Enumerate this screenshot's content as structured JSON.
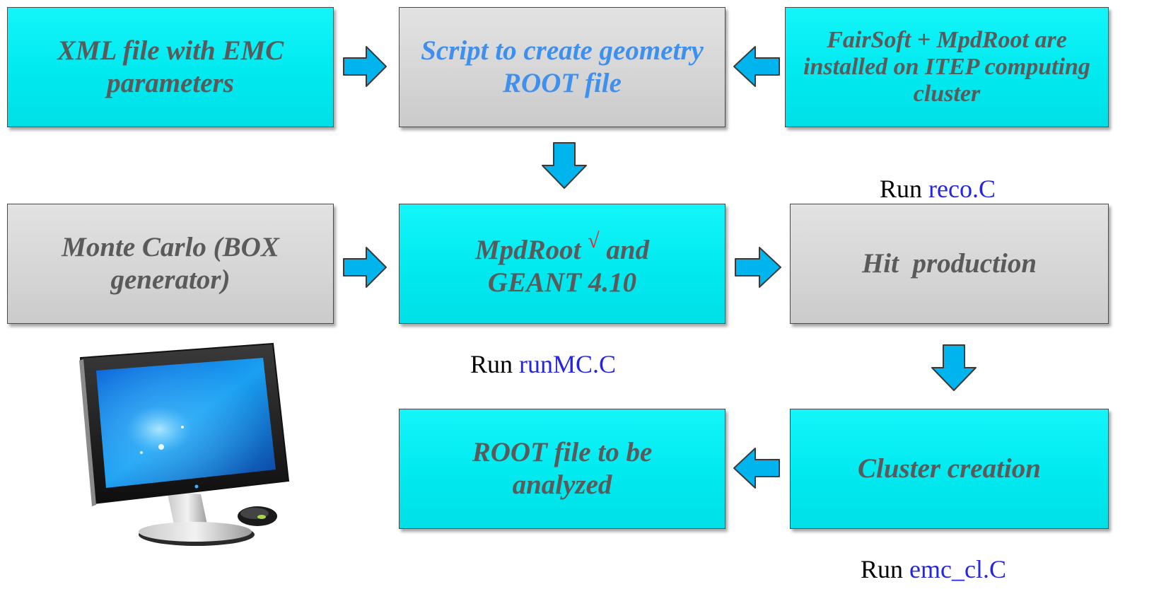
{
  "boxes": {
    "xml": {
      "label": "XML file with EMC parameters",
      "fill": "cyan"
    },
    "script": {
      "label": "Script to create geometry ROOT file",
      "fill": "gray",
      "text_color": "#3d8ff0"
    },
    "fairsoft": {
      "label": "FairSoft + MpdRoot are installed on ITEP computing cluster",
      "fill": "cyan"
    },
    "montecarlo": {
      "label": "Monte Carlo (BOX generator)",
      "fill": "gray"
    },
    "mpdroot": {
      "label_before": "MpdRoot",
      "check": "√",
      "label_after": "and GEANT 4.10",
      "fill": "cyan"
    },
    "hit": {
      "label": "Hit  production",
      "fill": "gray"
    },
    "rootfile": {
      "label": "ROOT file to be analyzed",
      "fill": "cyan"
    },
    "cluster": {
      "label": "Cluster creation",
      "fill": "cyan"
    }
  },
  "run_labels": {
    "reco": {
      "prefix": "Run",
      "file": "reco.C"
    },
    "runmc": {
      "prefix": "Run",
      "file": "runMC.C"
    },
    "emc": {
      "prefix": "Run",
      "file": "emc_cl.C"
    }
  },
  "colors": {
    "cyan_fill": "#00eaf0",
    "gray_fill": "#d6d6d6",
    "box_text": "#5a5a5a",
    "arrow_fill": "#00b4ee",
    "run_file_text": "#2525e6",
    "check_mark": "#e8202a"
  },
  "icons": {
    "computer": "desktop-computer-icon"
  }
}
